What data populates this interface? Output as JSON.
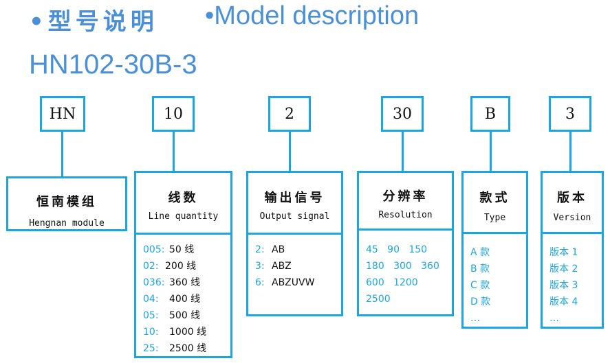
{
  "header": {
    "cn_title": "•型号说明",
    "en_title": "•Model description",
    "model_number": "HN102-30B-3"
  },
  "codes": [
    "HN",
    "10",
    "2",
    "30",
    "B",
    "3"
  ],
  "categories": [
    {
      "title": "恒南模组",
      "subtitle": "Hengnan module",
      "items": []
    },
    {
      "title": "线数",
      "subtitle": "Line quantity",
      "items": [
        {
          "key": "005:",
          "value": "50 线"
        },
        {
          "key": "02:",
          "value": "200 线"
        },
        {
          "key": "036:",
          "value": "360 线"
        },
        {
          "key": "04:",
          "value": "400 线"
        },
        {
          "key": "05:",
          "value": "500 线"
        },
        {
          "key": "10:",
          "value": "1000 线"
        },
        {
          "key": "25:",
          "value": "2500 线"
        }
      ]
    },
    {
      "title": "输出信号",
      "subtitle": "Output signal",
      "items": [
        {
          "key": "2:",
          "value": "AB"
        },
        {
          "key": "3:",
          "value": "ABZ"
        },
        {
          "key": "6:",
          "value": "ABZUVW"
        }
      ]
    },
    {
      "title": "分辨率",
      "subtitle": "Resolution",
      "rows": [
        "45   90   150",
        "180   300   360",
        "600   1200",
        "2500"
      ]
    },
    {
      "title": "款式",
      "subtitle": "Type",
      "rows": [
        "A 款",
        "B 款",
        "C 款",
        "D 款",
        "…"
      ]
    },
    {
      "title": "版本",
      "subtitle": "Version",
      "rows": [
        "版本 1",
        "版本 2",
        "版本 3",
        "版本 4",
        "…"
      ]
    }
  ]
}
